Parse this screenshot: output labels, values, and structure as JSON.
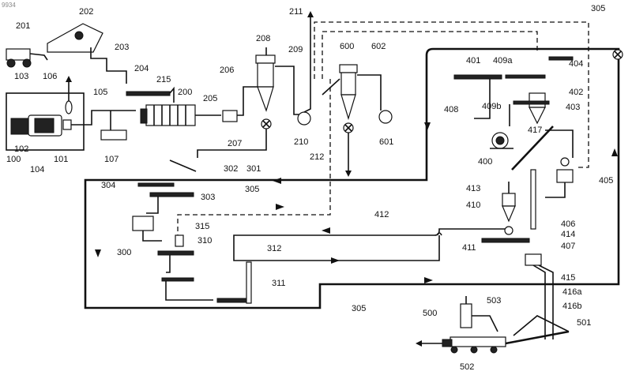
{
  "corner_id": "9934",
  "labels": {
    "l100": "100",
    "l101": "101",
    "l102": "102",
    "l103": "103",
    "l104": "104",
    "l105": "105",
    "l106": "106",
    "l107": "107",
    "l200": "200",
    "l201": "201",
    "l202": "202",
    "l203": "203",
    "l204": "204",
    "l205": "205",
    "l206": "206",
    "l207": "207",
    "l208": "208",
    "l209": "209",
    "l210": "210",
    "l211": "211",
    "l212": "212",
    "l215": "215",
    "l300": "300",
    "l301": "301",
    "l302": "302",
    "l303": "303",
    "l304": "304",
    "l305a": "305",
    "l305b": "305",
    "l305c": "305",
    "l310": "310",
    "l311": "311",
    "l312": "312",
    "l315": "315",
    "l400": "400",
    "l401": "401",
    "l402": "402",
    "l403": "403",
    "l404": "404",
    "l405": "405",
    "l406": "406",
    "l407": "407",
    "l408": "408",
    "l409a": "409a",
    "l409b": "409b",
    "l410": "410",
    "l411": "411",
    "l412": "412",
    "l413": "413",
    "l414": "414",
    "l415": "415",
    "l416a": "416a",
    "l416b": "416b",
    "l417": "417",
    "l500": "500",
    "l501": "501",
    "l502": "502",
    "l503": "503",
    "l600": "600",
    "l601": "601",
    "l602": "602"
  }
}
